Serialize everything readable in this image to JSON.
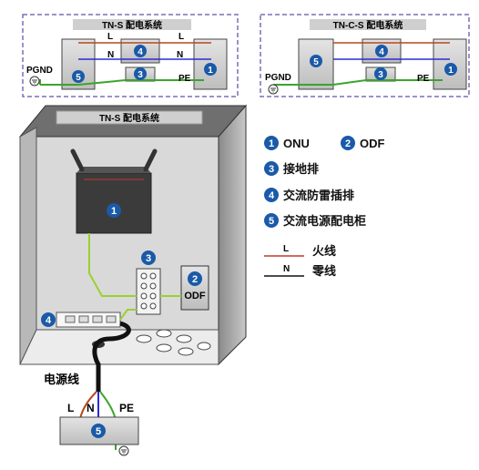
{
  "schemes": {
    "tn_s": {
      "title": "TN-S 配电系统"
    },
    "tn_c_s": {
      "title": "TN-C-S 配电系统"
    }
  },
  "cabinet": {
    "title": "TN-S 配电系统"
  },
  "inset": {
    "pgnd": "PGND",
    "pe": "PE",
    "l": "L",
    "n": "N"
  },
  "numbers": {
    "n1": "1",
    "n2": "2",
    "n3": "3",
    "n4": "4",
    "n5": "5"
  },
  "odf_label": "ODF",
  "power_cable_label": "电源线",
  "bottom_wires": {
    "l": "L",
    "n": "N",
    "pe": "PE"
  },
  "legend": {
    "items": [
      {
        "num": "1",
        "label": "ONU"
      },
      {
        "num": "2",
        "label": "ODF"
      },
      {
        "num": "3",
        "label": "接地排"
      },
      {
        "num": "4",
        "label": "交流防雷插排"
      },
      {
        "num": "5",
        "label": "交流电源配电柜"
      }
    ],
    "lines": [
      {
        "code": "L",
        "label": "火线",
        "color": "#c0392b"
      },
      {
        "code": "N",
        "label": "零线",
        "color": "#111111"
      }
    ]
  },
  "colors": {
    "live": "#b5471f",
    "neutral": "#2b2bd6",
    "earth": "#3aa52a",
    "badge": "#1a5aa8",
    "dash": "#7a6fb8"
  },
  "icons": {
    "ground": "earth-ground-icon",
    "number": "number-badge-icon"
  }
}
